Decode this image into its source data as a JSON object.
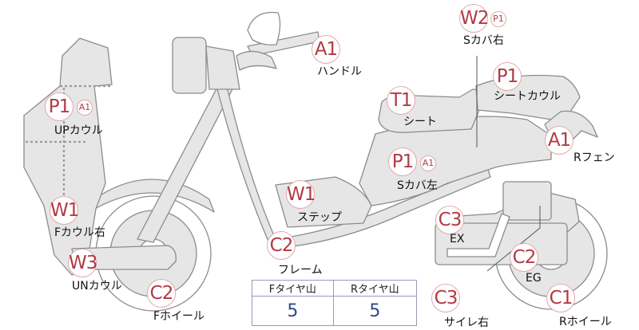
{
  "parts": {
    "handle": {
      "label": "ハンドル",
      "grades": [
        "A1"
      ]
    },
    "seat_cover_right": {
      "label": "Sカバ右",
      "grades": [
        "W2",
        "P1"
      ]
    },
    "seat_cowl": {
      "label": "シートカウル",
      "grades": [
        "P1"
      ]
    },
    "seat": {
      "label": "シート",
      "grades": [
        "T1"
      ]
    },
    "up_cowl": {
      "label": "UPカウル",
      "grades": [
        "P1",
        "A1"
      ]
    },
    "rear_fender": {
      "label": "Rフェン",
      "grades": [
        "A1"
      ]
    },
    "seat_cover_left": {
      "label": "Sカバ左",
      "grades": [
        "P1",
        "A1"
      ]
    },
    "step": {
      "label": "ステップ",
      "grades": [
        "W1"
      ]
    },
    "exhaust": {
      "label": "EX",
      "grades": [
        "C3"
      ]
    },
    "front_cowl_right": {
      "label": "Fカウル右",
      "grades": [
        "W1"
      ]
    },
    "frame": {
      "label": "フレーム",
      "grades": [
        "C2"
      ]
    },
    "engine": {
      "label": "EG",
      "grades": [
        "C2"
      ]
    },
    "under_cowl": {
      "label": "UNカウル",
      "grades": [
        "W3"
      ]
    },
    "front_wheel": {
      "label": "Fホイール",
      "grades": [
        "C2"
      ]
    },
    "silencer_right": {
      "label": "サイレ右",
      "grades": [
        "C3"
      ]
    },
    "rear_wheel": {
      "label": "Rホイール",
      "grades": [
        "C1"
      ]
    }
  },
  "tire_tread": {
    "front_header": "Fタイヤ山",
    "rear_header": "Rタイヤ山",
    "front_value": "5",
    "rear_value": "5"
  },
  "colors": {
    "grade_text": "#b23a43",
    "grade_border": "#e0a9ad",
    "part_fill": "#e6e6e6",
    "outline": "#8c8c8c",
    "table_value": "#2d4a8a"
  }
}
